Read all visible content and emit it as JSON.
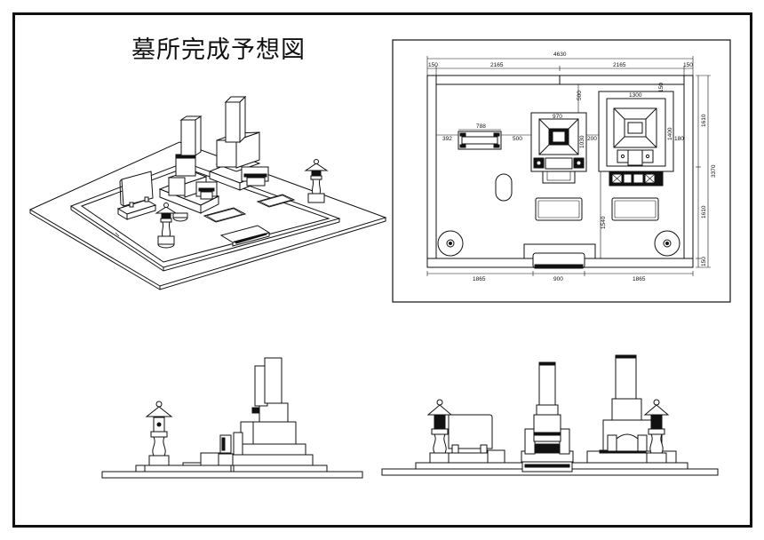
{
  "title": "墓所完成予想図",
  "colors": {
    "line": "#111111",
    "background": "#ffffff"
  },
  "views": {
    "perspective": {
      "label": "perspective-view"
    },
    "plan": {
      "label": "plan-view",
      "dimensions": {
        "overall_width": "4630",
        "top_left_edge": "150",
        "top_left_span": "2165",
        "top_right_span": "2165",
        "top_right_edge": "150",
        "left_monument_offset": "500",
        "right_monument_top": "150",
        "right_monument_width": "1300",
        "right_monument_depth": "1400",
        "right_monument_side_gap": "180",
        "gap_between_monuments": "200",
        "center_monument_width": "970",
        "center_monument_depth": "1030",
        "bench_width": "788",
        "bench_left_offset": "392",
        "bench_to_monument_gap": "500",
        "front_to_bench_depth": "1540",
        "right_upper_depth": "1610",
        "right_lower_depth": "1610",
        "overall_depth": "3370",
        "bottom_edge": "150",
        "bottom_left_span": "1865",
        "bottom_center_span": "900",
        "bottom_right_span": "1865"
      }
    },
    "side_elevation": {
      "label": "side-elevation"
    },
    "front_elevation": {
      "label": "front-elevation"
    }
  }
}
